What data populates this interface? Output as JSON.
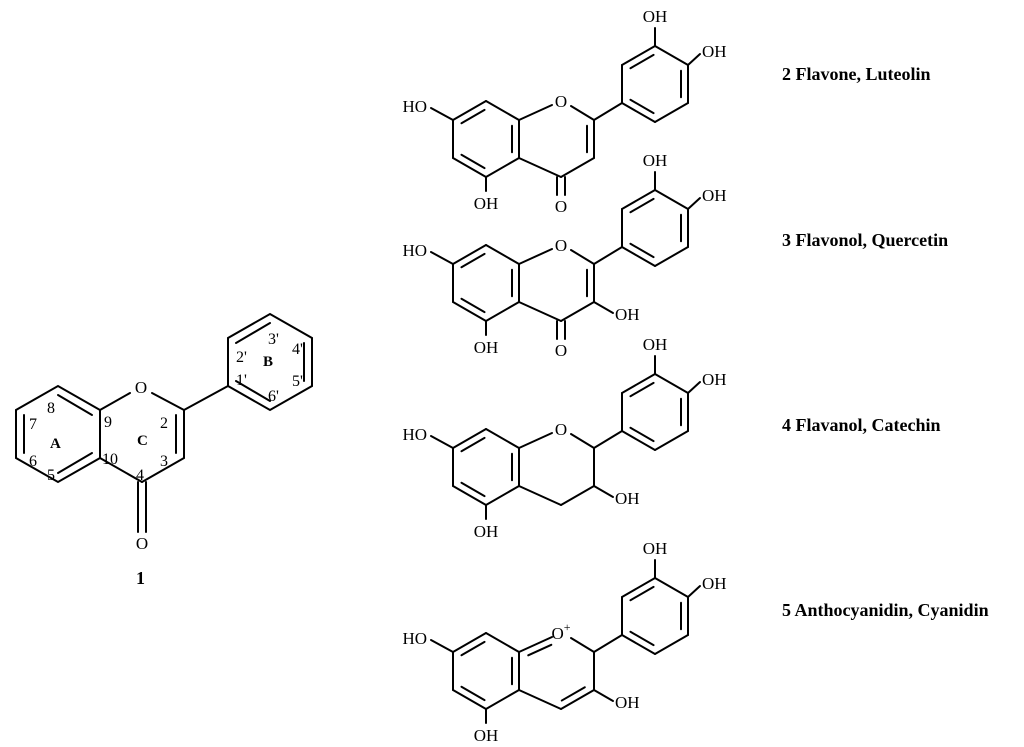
{
  "compound1": {
    "label": "1",
    "ring_labels": {
      "a": "A",
      "b": "B",
      "c": "C"
    },
    "positions": {
      "p2": "2",
      "p3": "3",
      "p4": "4",
      "p5": "5",
      "p6": "6",
      "p7": "7",
      "p8": "8",
      "p9": "9",
      "p10": "10",
      "p1p": "1'",
      "p2p": "2'",
      "p3p": "3'",
      "p4p": "4'",
      "p5p": "5'",
      "p6p": "6'"
    },
    "atoms": {
      "ring_o": "O",
      "carbonyl_o": "O"
    }
  },
  "compounds": [
    {
      "caption": "2 Flavone, Luteolin"
    },
    {
      "caption": "3 Flavonol, Quercetin"
    },
    {
      "caption": "4 Flavanol, Catechin"
    },
    {
      "caption": "5 Anthocyanidin, Cyanidin"
    }
  ],
  "labels": {
    "ho": "HO",
    "oh": "OH",
    "o": "O",
    "o_plus": "O",
    "plus": "+"
  }
}
